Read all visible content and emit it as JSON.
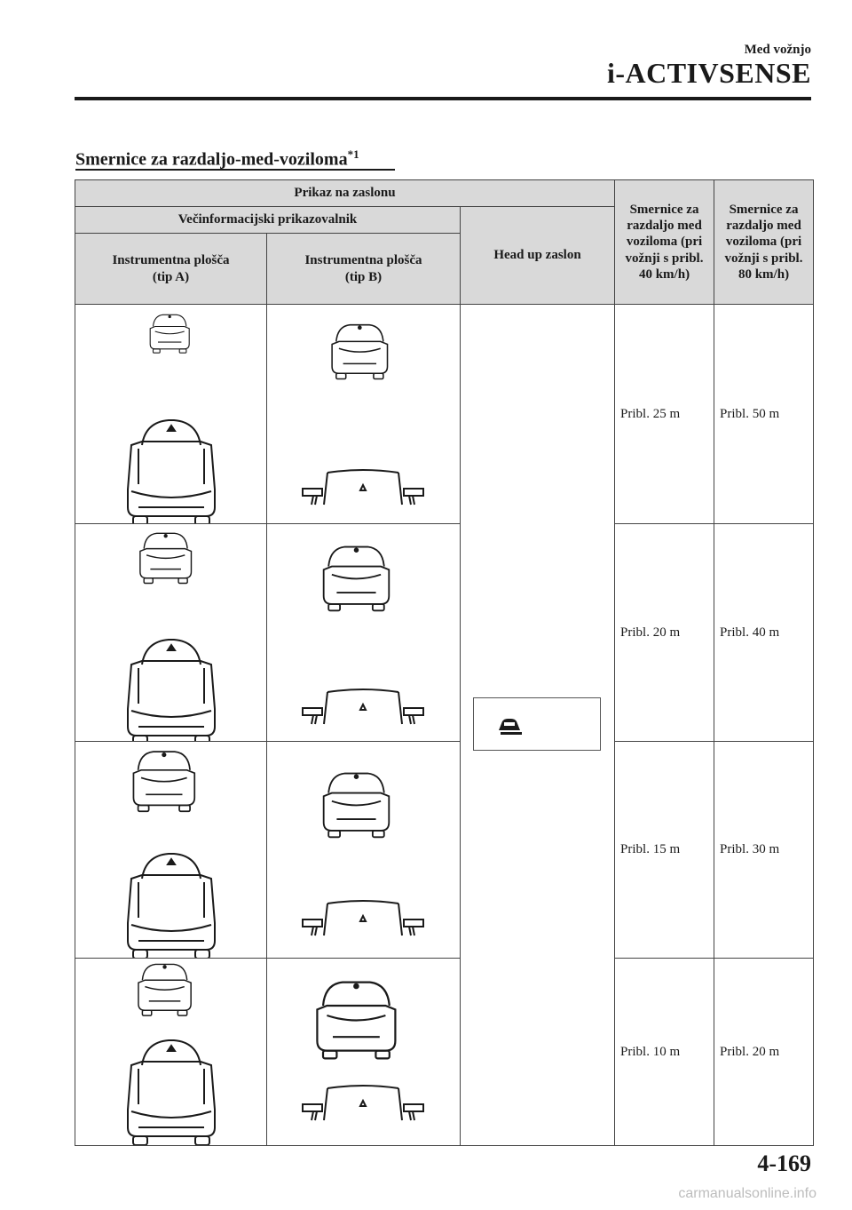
{
  "header": {
    "section": "Med vožnjo",
    "chapter": "i-ACTIVSENSE"
  },
  "title": {
    "text": "Smernice za razdaljo-med-voziloma",
    "sup": "*1"
  },
  "table": {
    "display_header": "Prikaz na zaslonu",
    "multi_info_header": "Večinformacijski prikazovalnik",
    "cluster_a": "Instrumentna plošča\n(tip A)",
    "cluster_b": "Instrumentna plošča\n(tip B)",
    "hud": "Head up zaslon",
    "guide_40": "Smernice za razdaljo med voziloma (pri vožnji s pribl. 40 km/h)",
    "guide_80": "Smernice za razdaljo med voziloma (pri vožnji s pribl. 80 km/h)",
    "rows": [
      {
        "d40": "Pribl. 25 m",
        "d80": "Pribl. 50 m"
      },
      {
        "d40": "Pribl. 20 m",
        "d80": "Pribl. 40 m"
      },
      {
        "d40": "Pribl. 15 m",
        "d80": "Pribl. 30 m"
      },
      {
        "d40": "Pribl. 10 m",
        "d80": "Pribl. 20 m"
      }
    ]
  },
  "page_number": "4-169",
  "watermark": "carmanualsonline.info"
}
